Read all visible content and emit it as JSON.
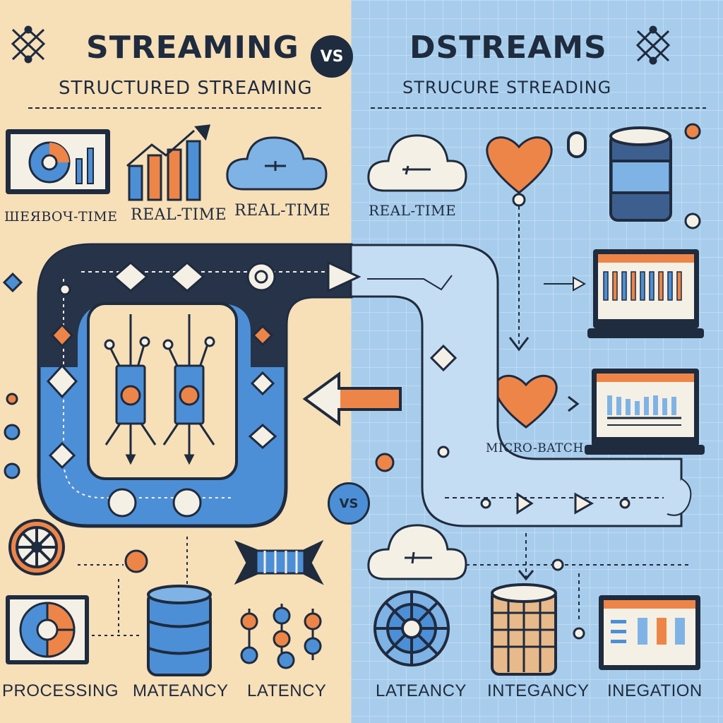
{
  "header": {
    "left_title": "STREAMING",
    "vs_label": "VS",
    "right_title": "DSTREAMS",
    "left_subtitle": "STRUCTURED STREAMING",
    "right_subtitle": "STRUCURE STREADING"
  },
  "labels": {
    "left_1": "ШЕЯВОЧ-TIME",
    "left_2": "REAL-TIME",
    "center_1": "REAL-TIME",
    "right_1": "REAL-TIME",
    "micro_batch": "MICRO-BATCH",
    "vs_small": "VS"
  },
  "bottom_labels": [
    "PROCESSING",
    "MATEANCY",
    "LATENCY",
    "LATEANCY",
    "INTEGANCY",
    "INEGATION"
  ],
  "colors": {
    "left_bg": "#f7dfb8",
    "right_bg": "#a8cdec",
    "navy": "#1f2b3e",
    "blue": "#4d8fd6",
    "orange": "#ee8548",
    "light": "#f5f0e6"
  },
  "icons": [
    "network-icon",
    "dashboard-icon",
    "bar-chart-icon",
    "cloud-icon",
    "heart-icon",
    "database-icon",
    "gear-icon",
    "pie-chart-icon",
    "filter-icon",
    "node-graph-icon",
    "compass-icon",
    "monitor-icon"
  ]
}
